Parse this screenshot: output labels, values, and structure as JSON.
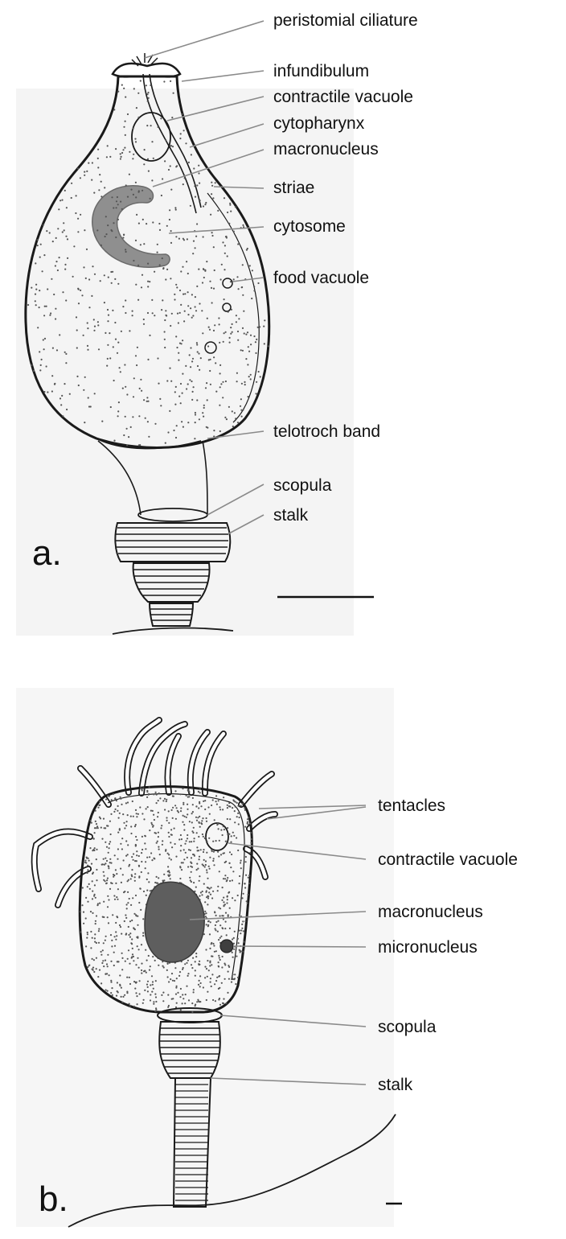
{
  "panel_a": {
    "panel_label": "a.",
    "labels": [
      "peristomial ciliature",
      "infundibulum",
      "contractile vacuole",
      "cytopharynx",
      "macronucleus",
      "striae",
      "cytosome",
      "food vacuole",
      "telotroch band",
      "scopula",
      "stalk"
    ]
  },
  "panel_b": {
    "panel_label": "b.",
    "labels": [
      "tentacles",
      "contractile vacuole",
      "macronucleus",
      "micronucleus",
      "scopula",
      "stalk"
    ]
  },
  "colors": {
    "ink": "#1a1a1a",
    "leader": "#8a8a8a",
    "background": "#ffffff"
  }
}
